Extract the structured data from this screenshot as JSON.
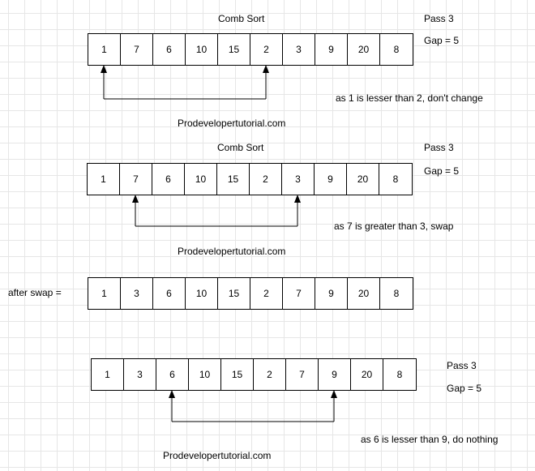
{
  "diagram1": {
    "title": "Comb Sort",
    "pass": "Pass 3",
    "gap": "Gap = 5",
    "cells": [
      "1",
      "7",
      "6",
      "10",
      "15",
      "2",
      "3",
      "9",
      "20",
      "8"
    ],
    "note": "as 1 is lesser than 2, don't change",
    "watermark": "Prodevelopertutorial.com"
  },
  "diagram2": {
    "title": "Comb Sort",
    "pass": "Pass 3",
    "gap": "Gap = 5",
    "cells": [
      "1",
      "7",
      "6",
      "10",
      "15",
      "2",
      "3",
      "9",
      "20",
      "8"
    ],
    "note": "as 7 is greater than 3, swap",
    "watermark": "Prodevelopertutorial.com"
  },
  "after_swap": {
    "label": "after swap =",
    "cells": [
      "1",
      "3",
      "6",
      "10",
      "15",
      "2",
      "7",
      "9",
      "20",
      "8"
    ]
  },
  "diagram3": {
    "pass": "Pass 3",
    "gap": "Gap = 5",
    "cells": [
      "1",
      "3",
      "6",
      "10",
      "15",
      "2",
      "7",
      "9",
      "20",
      "8"
    ],
    "note": "as 6 is lesser than 9, do nothing",
    "watermark": "Prodevelopertutorial.com"
  }
}
